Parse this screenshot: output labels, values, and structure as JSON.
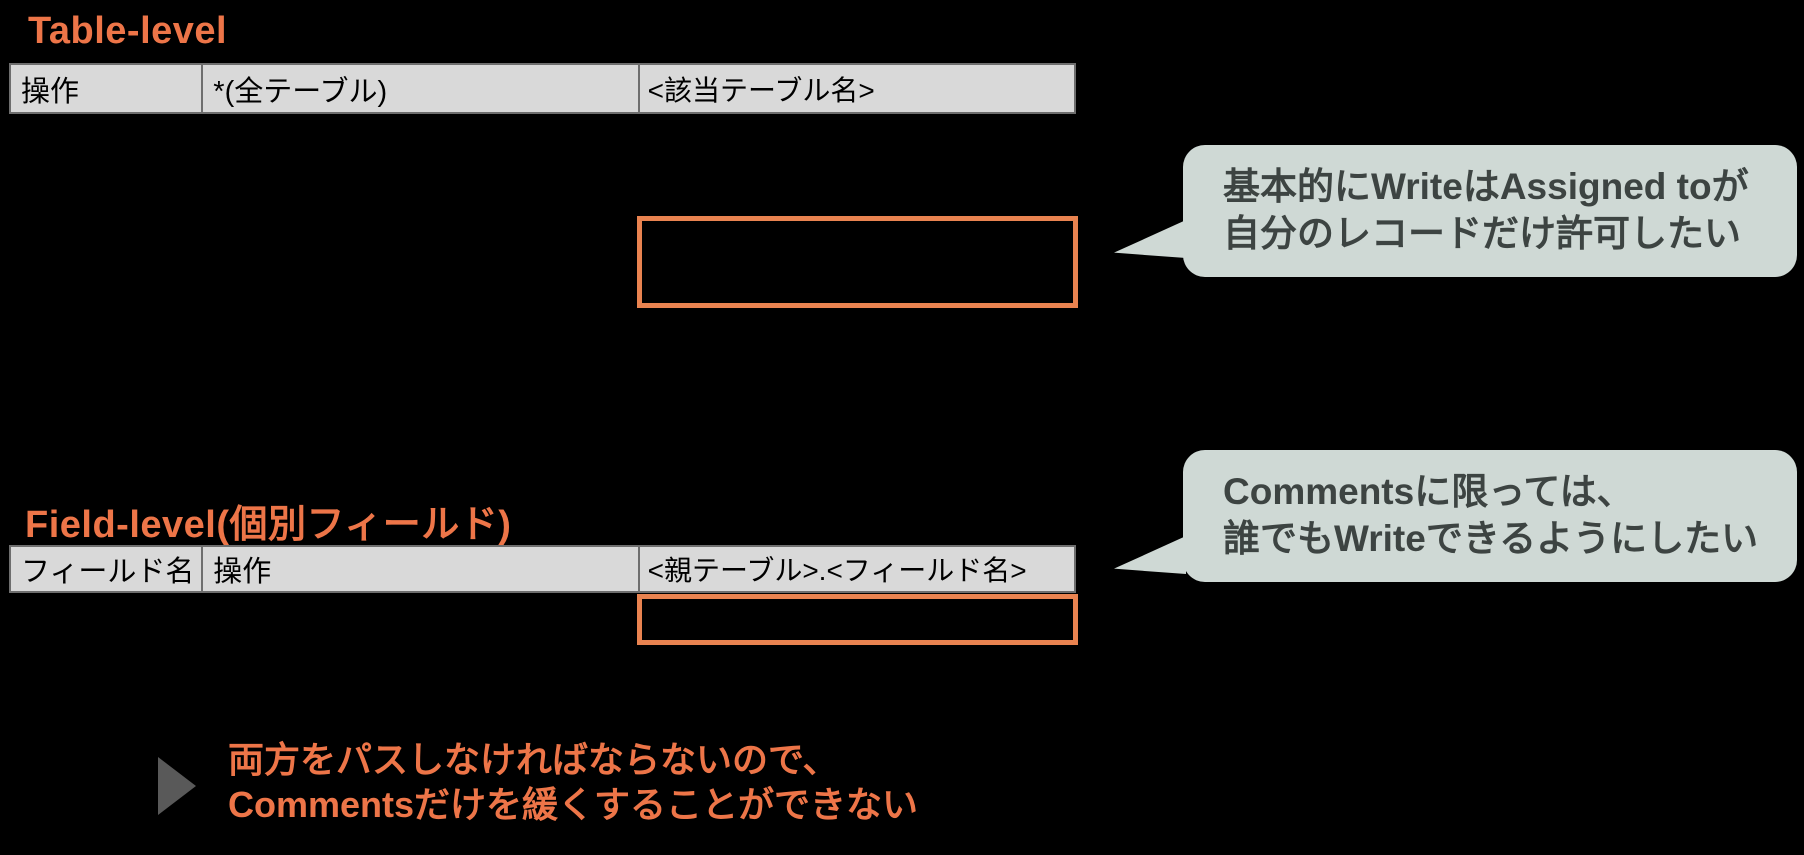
{
  "colors": {
    "background": "#000000",
    "accent_orange": "#ED7548",
    "highlight_box_stroke": "#E98350",
    "table_header_bg": "#D9D9D9",
    "table_header_border": "#6e6e6e",
    "bubble_bg": "#CFD9D5",
    "bubble_text": "#3D4442",
    "triangle_gray": "#595959"
  },
  "table_level": {
    "title": "Table-level",
    "header": [
      "操作",
      "*(全テーブル)",
      "<該当テーブル名>"
    ]
  },
  "field_level": {
    "title": "Field-level(個別フィールド)",
    "header": [
      "フィールド名",
      "操作",
      "<親テーブル>.<フィールド名>"
    ]
  },
  "bubbles": {
    "assigned_to": {
      "line1": "基本的にWriteはAssigned toが",
      "line2": "自分のレコードだけ許可したい"
    },
    "comments": {
      "line1": "Commentsに限っては、",
      "line2": "誰でもWriteできるようにしたい"
    }
  },
  "conclusion": {
    "line1": "両方をパスしなければならないので、",
    "line2": "Commentsだけを緩くすることができない"
  }
}
